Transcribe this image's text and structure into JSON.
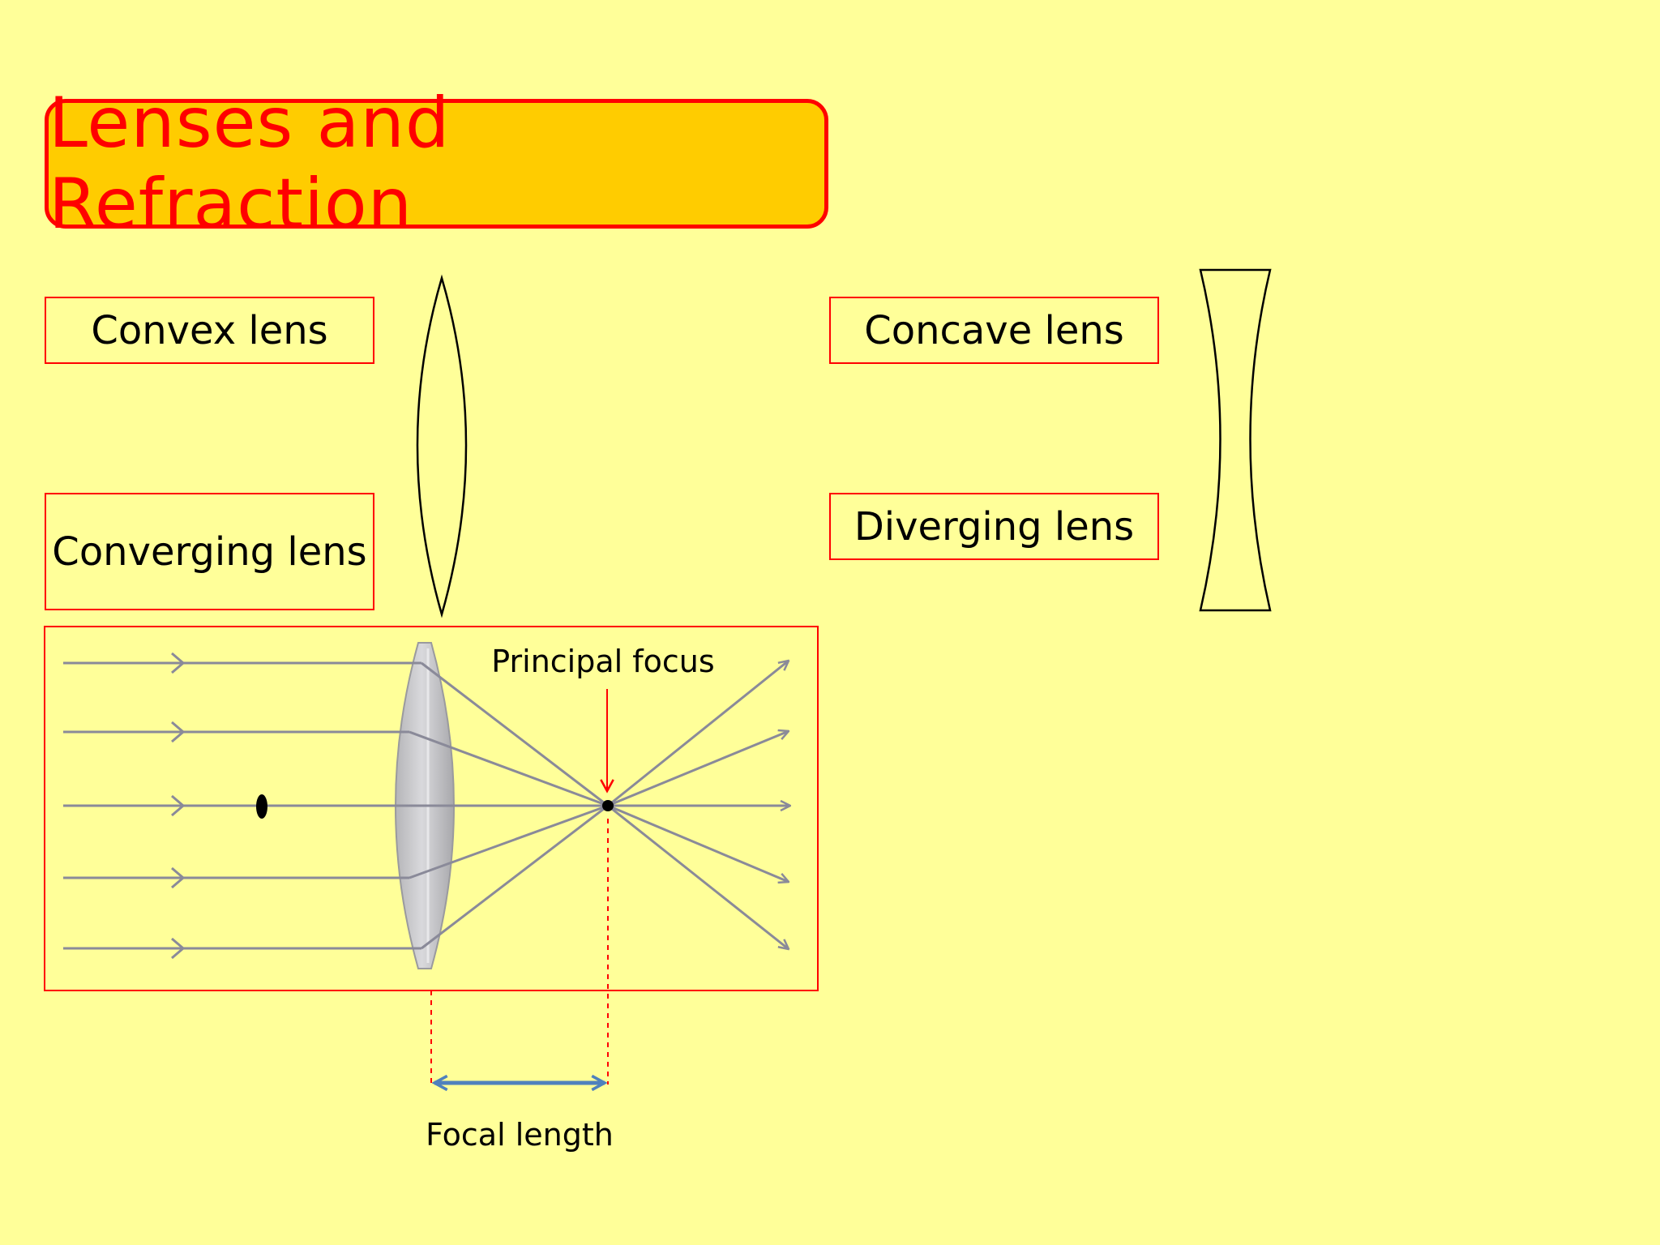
{
  "title": "Lenses and Refraction",
  "labels": {
    "convex": "Convex lens",
    "converging": "Converging lens",
    "concave": "Concave lens",
    "diverging": "Diverging lens"
  },
  "ray_diagram": {
    "principal_focus": "Principal focus",
    "focal_length": "Focal length"
  },
  "colors": {
    "background": "#FFFF99",
    "title_fill": "#FFCC00",
    "title_text": "#FF0000",
    "frame_border": "#FF0000",
    "ray": "#8A8A99",
    "focal_arrow": "#4F81BD"
  }
}
